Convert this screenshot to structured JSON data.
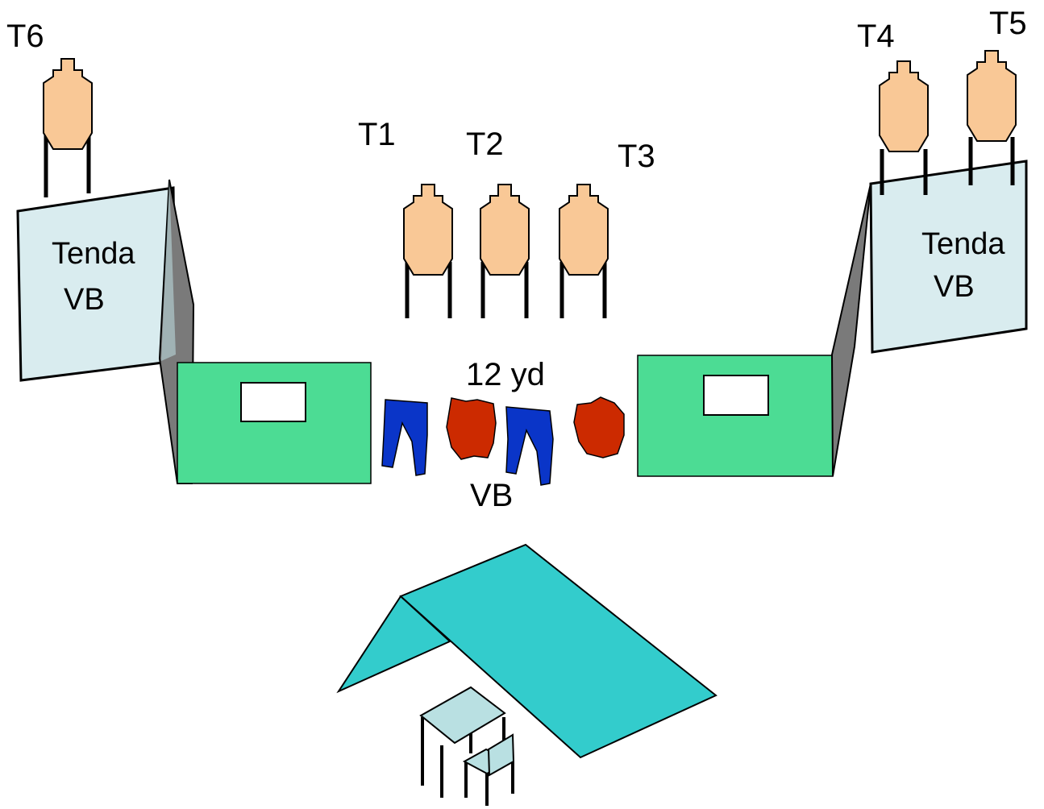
{
  "labels": {
    "t1": "T1",
    "t2": "T2",
    "t3": "T3",
    "t4": "T4",
    "t5": "T5",
    "t6": "T6",
    "distance": "12 yd",
    "vb_center": "VB",
    "left_tent_line1": "Tenda",
    "left_tent_line2": "VB",
    "right_tent_line1": "Tenda",
    "right_tent_line2": "VB"
  },
  "colors": {
    "target": "#f9c896",
    "wall": "#4cdc94",
    "tent": "#d9ecef",
    "hinge": "#7a7a7a",
    "pants": "#0a35c8",
    "shirt": "#cc2a00",
    "roof": "#33cccc",
    "table": "#b9e0e2"
  }
}
